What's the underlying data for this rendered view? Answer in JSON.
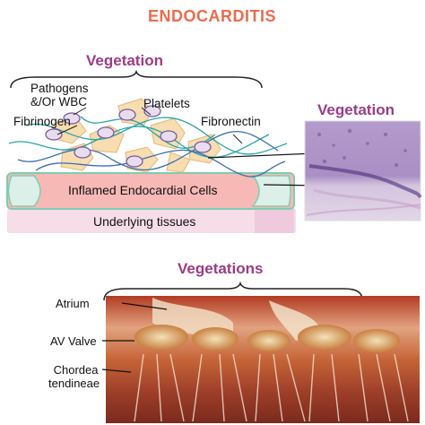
{
  "title": "ENDOCARDITIS",
  "top_diagram": {
    "heading": "Vegetation",
    "labels": {
      "pathogens_line1": "Pathogens",
      "pathogens_line2": "&/Or WBC",
      "platelets": "Platelets",
      "fibrinogen": "Fibrinogen",
      "fibronectin": "Fibronectin"
    },
    "layer_inflamed": "Inflamed Endocardial Cells",
    "layer_underlying": "Underlying tissues"
  },
  "histology": {
    "heading": "Vegetation"
  },
  "bottom_photo": {
    "heading": "Vegetations",
    "labels": {
      "atrium": "Atrium",
      "av_valve": "AV Valve",
      "chordea_line1": "Chordea",
      "chordea_line2": "tendineae"
    }
  },
  "colors": {
    "title": "#ec6b4d",
    "heading": "#9b3c86",
    "inflamed_fill": "#f7b9b5",
    "inflamed_border": "#7fcdb0",
    "underlying_fill": "#f6dde8",
    "pathogen_fill": "#e8dcef",
    "pathogen_stroke": "#7a5a9a",
    "platelet_fill": "#f7ddb0",
    "fiber_teal": "#2aa5a8",
    "fiber_blue": "#3a6fb0",
    "histology_bg": "#b9a2cf"
  }
}
